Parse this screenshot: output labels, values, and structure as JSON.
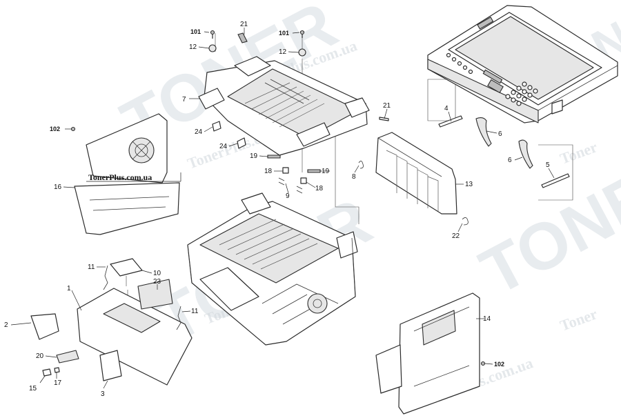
{
  "brand_label": "TonerPlus.com.ua",
  "watermarks": {
    "main": "TONER",
    "site": "TonerPlus.com.ua",
    "site_partial": "Toner"
  },
  "callouts": [
    {
      "id": "c101a",
      "text": "101",
      "bold": true
    },
    {
      "id": "c12a",
      "text": "12",
      "bold": false
    },
    {
      "id": "c21a",
      "text": "21",
      "bold": false
    },
    {
      "id": "c101b",
      "text": "101",
      "bold": true
    },
    {
      "id": "c12b",
      "text": "12",
      "bold": false
    },
    {
      "id": "c7",
      "text": "7",
      "bold": false
    },
    {
      "id": "c21b",
      "text": "21",
      "bold": false
    },
    {
      "id": "c4",
      "text": "4",
      "bold": false
    },
    {
      "id": "c6a",
      "text": "6",
      "bold": false
    },
    {
      "id": "c6b",
      "text": "6",
      "bold": false
    },
    {
      "id": "c5",
      "text": "5",
      "bold": false
    },
    {
      "id": "c102a",
      "text": "102",
      "bold": true
    },
    {
      "id": "c24a",
      "text": "24",
      "bold": false
    },
    {
      "id": "c24b",
      "text": "24",
      "bold": false
    },
    {
      "id": "c19a",
      "text": "19",
      "bold": false
    },
    {
      "id": "c18a",
      "text": "18",
      "bold": false
    },
    {
      "id": "c19b",
      "text": "19",
      "bold": false
    },
    {
      "id": "c18b",
      "text": "18",
      "bold": false
    },
    {
      "id": "c9",
      "text": "9",
      "bold": false
    },
    {
      "id": "c8",
      "text": "8",
      "bold": false
    },
    {
      "id": "c13",
      "text": "13",
      "bold": false
    },
    {
      "id": "c16",
      "text": "16",
      "bold": false
    },
    {
      "id": "c22",
      "text": "22",
      "bold": false
    },
    {
      "id": "c11a",
      "text": "11",
      "bold": false
    },
    {
      "id": "c10",
      "text": "10",
      "bold": false
    },
    {
      "id": "c1",
      "text": "1",
      "bold": false
    },
    {
      "id": "c23",
      "text": "23",
      "bold": false
    },
    {
      "id": "c11b",
      "text": "11",
      "bold": false
    },
    {
      "id": "c2",
      "text": "2",
      "bold": false
    },
    {
      "id": "c14",
      "text": "14",
      "bold": false
    },
    {
      "id": "c20",
      "text": "20",
      "bold": false
    },
    {
      "id": "c102b",
      "text": "102",
      "bold": true
    },
    {
      "id": "c15",
      "text": "15",
      "bold": false
    },
    {
      "id": "c17",
      "text": "17",
      "bold": false
    },
    {
      "id": "c3",
      "text": "3",
      "bold": false
    }
  ]
}
